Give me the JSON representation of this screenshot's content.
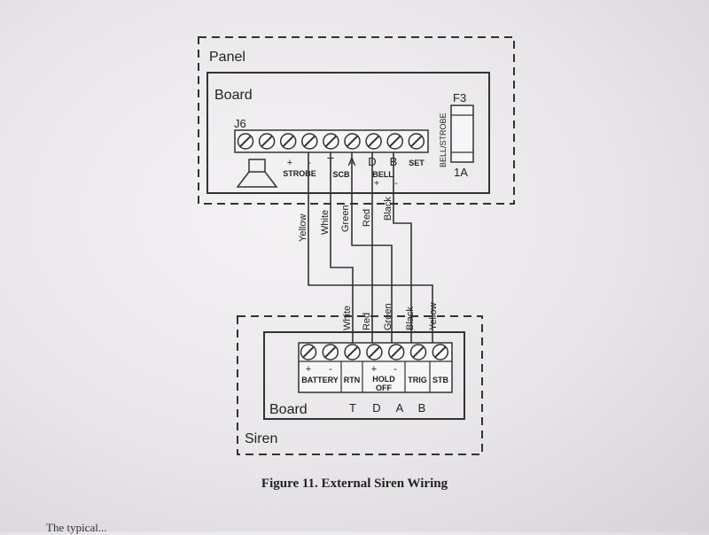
{
  "panel": {
    "label": "Panel",
    "board_label": "Board",
    "connector_label": "J6",
    "terminal_labels": {
      "plus": "+",
      "minus": "-",
      "strobe": "STROBE",
      "t": "T",
      "a": "A",
      "d": "D",
      "b": "B",
      "scb": "SCB",
      "bell": "BELL",
      "bell_plus": "+",
      "bell_minus": "-",
      "set": "SET"
    },
    "fuse": {
      "name": "F3",
      "rating": "1A",
      "label": "BELL/STROBE"
    }
  },
  "wires_top": [
    "Yellow",
    "White",
    "Green",
    "Red",
    "Black"
  ],
  "wires_bottom": [
    "White",
    "Red",
    "Green",
    "Black",
    "Yellow"
  ],
  "siren": {
    "label": "Siren",
    "board_label": "Board",
    "terminal_labels": {
      "plus": "+",
      "minus": "-",
      "battery": "BATTERY",
      "rtn": "RTN",
      "hold_plus": "+",
      "hold_minus": "-",
      "hold": "HOLD",
      "off": "OFF",
      "trig": "TRIG",
      "stb": "STB",
      "t": "T",
      "d": "D",
      "a": "A",
      "b": "B"
    }
  },
  "caption": "Figure 11. External Siren Wiring",
  "body_text": "The typical..."
}
